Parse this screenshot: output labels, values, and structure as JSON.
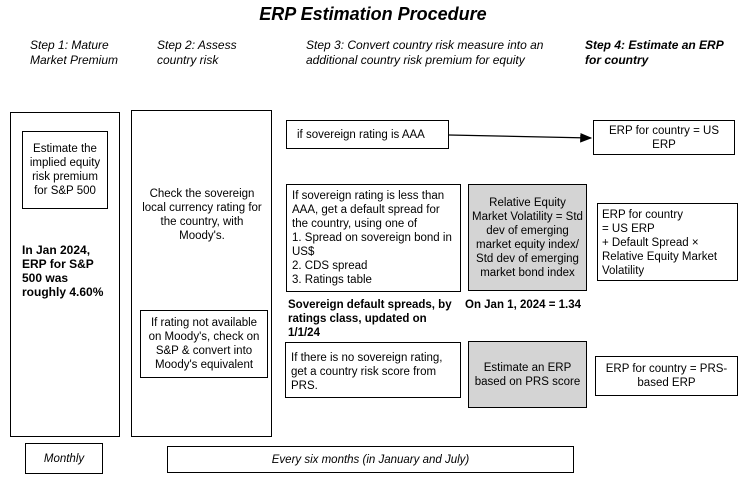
{
  "title": "ERP Estimation Procedure",
  "steps": {
    "step1": "Step 1: Mature Market Premium",
    "step2": "Step 2: Assess country risk",
    "step3": "Step 3: Convert country risk measure into an additional country risk premium for equity",
    "step4": "Step 4: Estimate an ERP for country"
  },
  "col1": {
    "estimate_box": "Estimate the implied equity risk premium for S&P 500",
    "jan_note": "In Jan 2024, ERP for S&P 500 was roughly 4.60%"
  },
  "col2": {
    "sovereign_check": "Check the sovereign local currency rating for the country, with Moody's.",
    "not_available": "If rating not available on Moody's, check on S&P & convert into Moody's equivalent"
  },
  "col3": {
    "aaa": "if sovereign rating is AAA",
    "less_than_aaa_intro": "If sovereign rating is less than AAA, get a default spread for the country, using one of",
    "options": [
      "1. Spread on sovereign bond in US$",
      "2. CDS spread",
      "3. Ratings table"
    ],
    "default_spreads_note": "Sovereign default spreads, by ratings class, updated on 1/1/24",
    "no_rating": "If there is no sovereign rating, get a country risk score from PRS.",
    "rel_vol": "Relative Equity Market Volatility = Std dev of emerging market equity index/ Std dev of emerging market bond index",
    "rel_vol_value": "On Jan 1, 2024 = 1.34",
    "prs_estimate": "Estimate an ERP based on PRS score"
  },
  "col4": {
    "us_erp": "ERP for country = US ERP",
    "formula_lines": [
      "ERP for country",
      "= US ERP",
      "+ Default Spread ×",
      "Relative Equity Market",
      "Volatility"
    ],
    "prs_erp": "ERP for country = PRS-based ERP"
  },
  "footer": {
    "monthly": "Monthly",
    "six_months": "Every six months (in January and July)"
  }
}
